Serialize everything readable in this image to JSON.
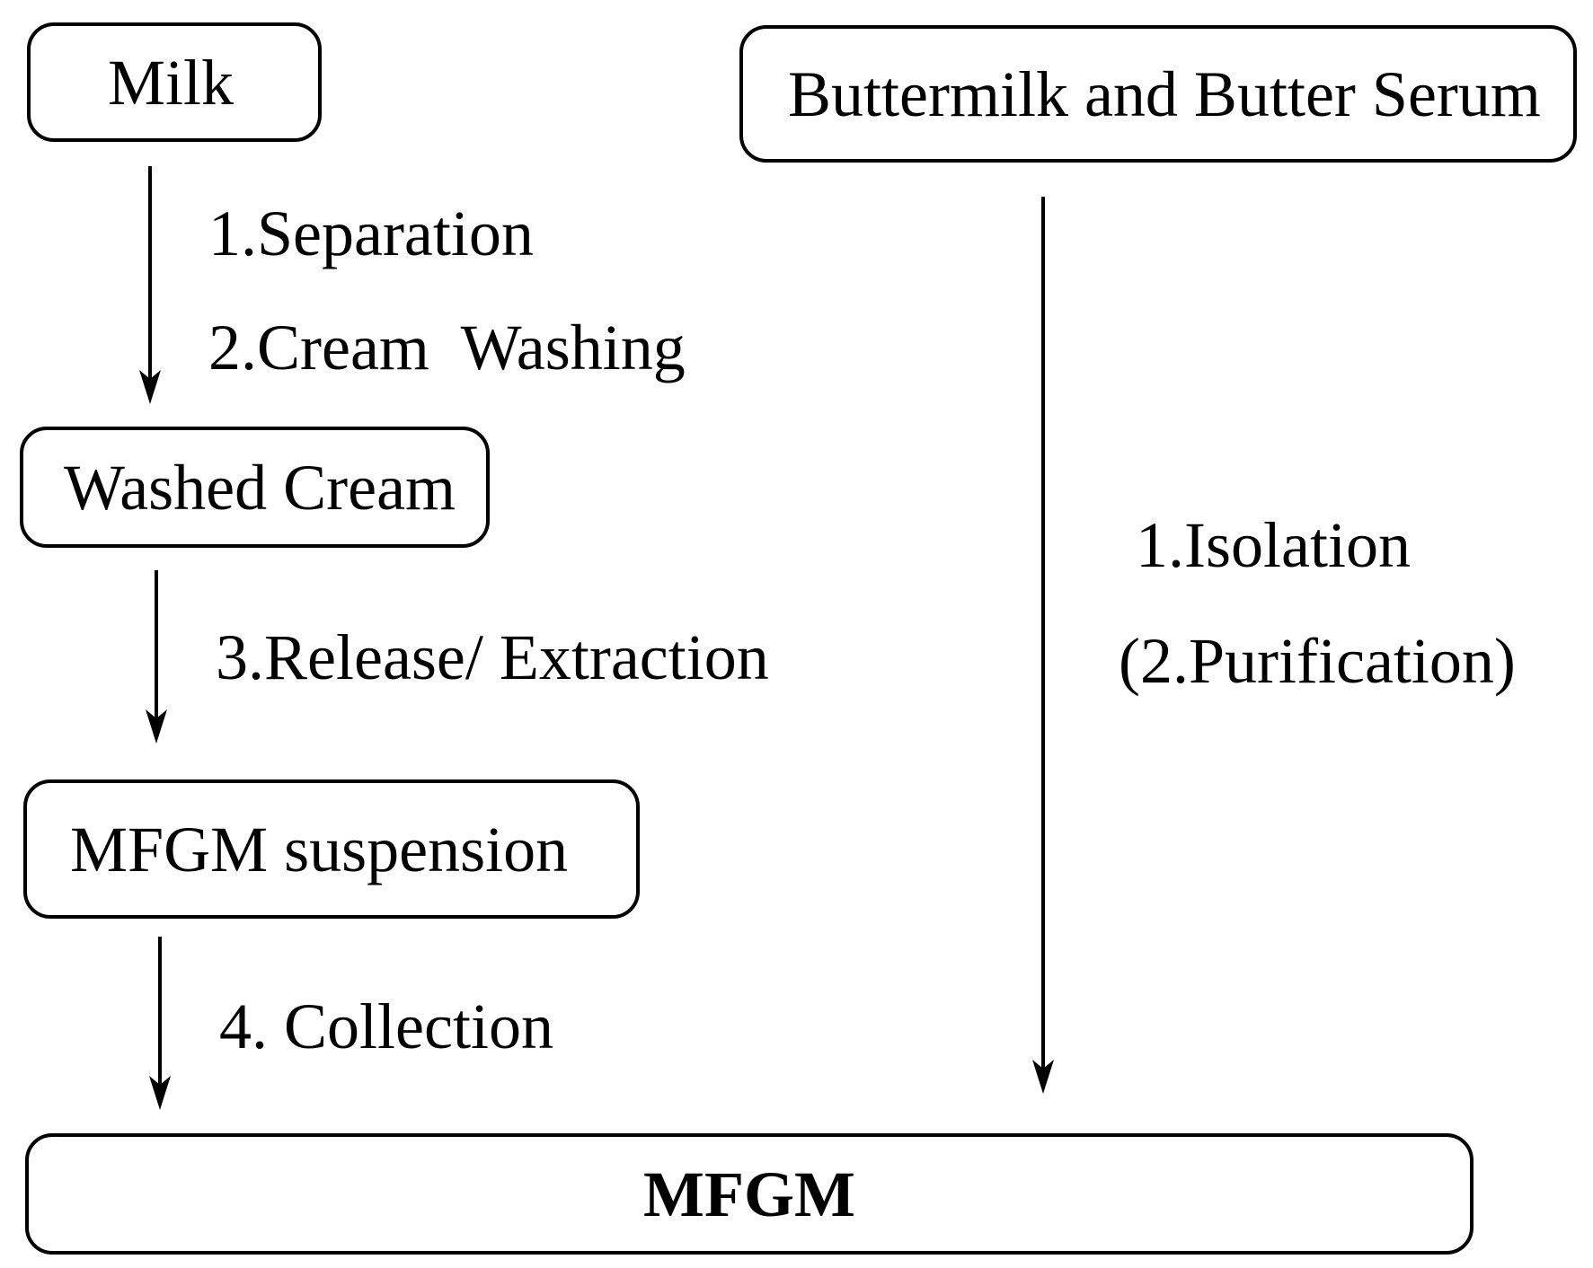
{
  "diagram": {
    "nodes": {
      "milk": "Milk",
      "buttermilk_serum": "Buttermilk and Butter Serum",
      "washed_cream": "Washed Cream",
      "mfgm_suspension": "MFGM suspension",
      "mfgm": "MFGM"
    },
    "steps": {
      "separation": "1.Separation",
      "cream_washing": "2.Cream  Washing",
      "release_extraction": "3.Release/ Extraction",
      "collection": "4. Collection",
      "isolation": "1.Isolation",
      "purification": "(2.Purification)"
    },
    "edges": [
      {
        "from": "Milk",
        "to": "Washed Cream",
        "steps": [
          "1.Separation",
          "2.Cream  Washing"
        ]
      },
      {
        "from": "Washed Cream",
        "to": "MFGM suspension",
        "steps": [
          "3.Release/ Extraction"
        ]
      },
      {
        "from": "MFGM suspension",
        "to": "MFGM",
        "steps": [
          "4. Collection"
        ]
      },
      {
        "from": "Buttermilk and Butter Serum",
        "to": "MFGM",
        "steps": [
          "1.Isolation",
          "(2.Purification)"
        ]
      }
    ]
  },
  "colors": {
    "stroke": "#000000",
    "background": "#ffffff"
  }
}
